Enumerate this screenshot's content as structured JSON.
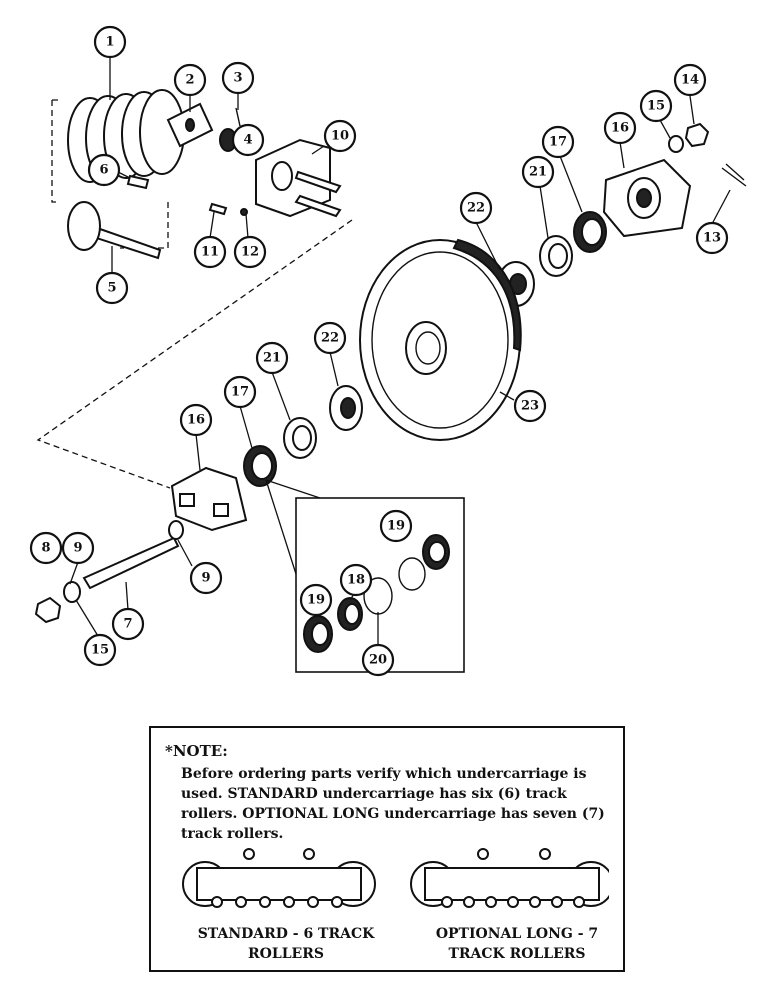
{
  "diagram": {
    "callouts": [
      {
        "id": "c1",
        "label": "1"
      },
      {
        "id": "c2",
        "label": "2"
      },
      {
        "id": "c3",
        "label": "3"
      },
      {
        "id": "c4",
        "label": "4"
      },
      {
        "id": "c5",
        "label": "5"
      },
      {
        "id": "c6",
        "label": "6"
      },
      {
        "id": "c10",
        "label": "10"
      },
      {
        "id": "c11",
        "label": "11"
      },
      {
        "id": "c12",
        "label": "12"
      },
      {
        "id": "c14",
        "label": "14"
      },
      {
        "id": "c15a",
        "label": "15"
      },
      {
        "id": "c16a",
        "label": "16"
      },
      {
        "id": "c17a",
        "label": "17"
      },
      {
        "id": "c21a",
        "label": "21"
      },
      {
        "id": "c22a",
        "label": "22"
      },
      {
        "id": "c13",
        "label": "13"
      },
      {
        "id": "c23",
        "label": "23"
      },
      {
        "id": "c22b",
        "label": "22"
      },
      {
        "id": "c21b",
        "label": "21"
      },
      {
        "id": "c17b",
        "label": "17"
      },
      {
        "id": "c16b",
        "label": "16"
      },
      {
        "id": "c8",
        "label": "8"
      },
      {
        "id": "c9a",
        "label": "9"
      },
      {
        "id": "c9b",
        "label": "9"
      },
      {
        "id": "c7",
        "label": "7"
      },
      {
        "id": "c15b",
        "label": "15"
      },
      {
        "id": "c19a",
        "label": "19"
      },
      {
        "id": "c18",
        "label": "18"
      },
      {
        "id": "c19b",
        "label": "19"
      },
      {
        "id": "c20",
        "label": "20"
      }
    ]
  },
  "note": {
    "title": "*NOTE:",
    "body": "Before ordering parts verify which undercarriage is used. STANDARD undercarriage has six (6) track rollers. OPTIONAL LONG undercarriage has seven (7) track rollers.",
    "standard_caption": "STANDARD - 6 TRACK ROLLERS",
    "long_caption": "OPTIONAL LONG - 7 TRACK ROLLERS"
  }
}
